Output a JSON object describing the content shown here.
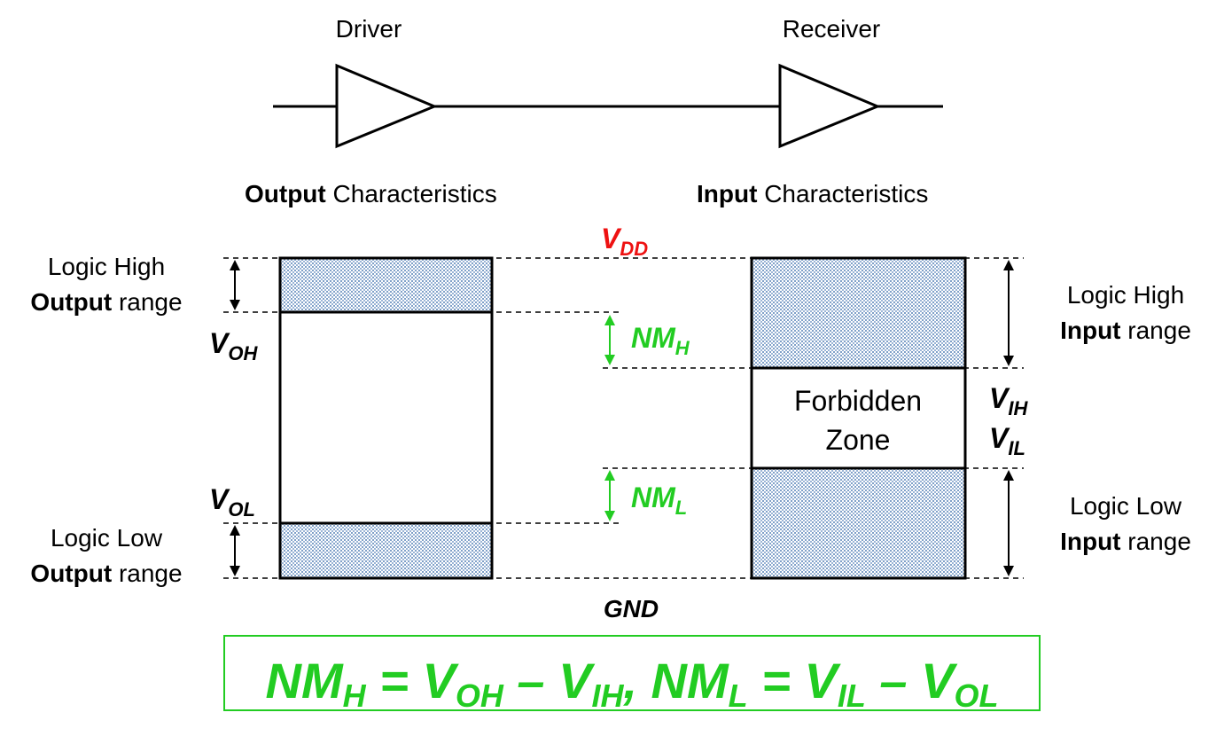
{
  "diagram": {
    "driver_label": "Driver",
    "receiver_label": "Receiver",
    "output_heading": {
      "bold": "Output",
      "rest": " Characteristics"
    },
    "input_heading": {
      "bold": "Input",
      "rest": " Characteristics"
    },
    "vdd": {
      "main": "V",
      "sub": "DD"
    },
    "gnd": "GND",
    "left_labels": {
      "logic_high_line1": "Logic High",
      "logic_high_bold": "Output",
      "logic_high_rest": " range",
      "logic_low_line1": "Logic Low",
      "logic_low_bold": "Output",
      "logic_low_rest": " range",
      "voh": {
        "main": "V",
        "sub": "OH"
      },
      "vol": {
        "main": "V",
        "sub": "OL"
      }
    },
    "noise_margins": {
      "nmh": {
        "main": "NM",
        "sub": "H"
      },
      "nml": {
        "main": "NM",
        "sub": "L"
      }
    },
    "right_labels": {
      "logic_high_line1": "Logic High",
      "logic_high_bold": "Input",
      "logic_high_rest": " range",
      "logic_low_line1": "Logic Low",
      "logic_low_bold": "Input",
      "logic_low_rest": " range",
      "vih": {
        "main": "V",
        "sub": "IH"
      },
      "vil": {
        "main": "V",
        "sub": "IL"
      }
    },
    "forbidden_zone": {
      "line1": "Forbidden",
      "line2": "Zone"
    },
    "formula": {
      "p1": "NM",
      "s1": "H",
      "p2": " = V",
      "s2": "OH",
      "p3": " – V",
      "s3": "IH",
      "p4": ", NM",
      "s4": "L",
      "p5": " = V",
      "s5": "IL",
      "p6": " – V",
      "s6": "OL"
    },
    "colors": {
      "accent_green": "#22cc22",
      "vdd_red": "#ee1111",
      "hatch": "#7fa0c8"
    }
  }
}
